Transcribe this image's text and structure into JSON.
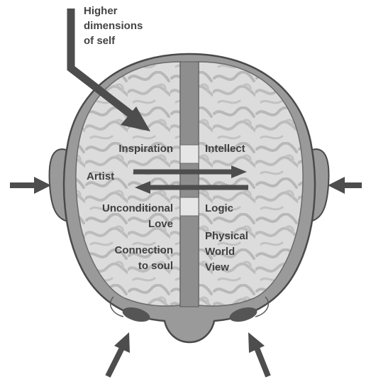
{
  "header_label": {
    "line1": "Higher",
    "line2": "dimensions",
    "line3": "of self"
  },
  "left_hemisphere": {
    "inspiration": "Inspiration",
    "artist": "Artist",
    "unconditional_line1": "Unconditional",
    "unconditional_line2": "Love",
    "connection_line1": "Connection",
    "connection_line2": "to soul"
  },
  "right_hemisphere": {
    "intellect": "Intellect",
    "logic": "Logic",
    "physical_line1": "Physical",
    "physical_line2": "World",
    "physical_line3": "View"
  },
  "colors": {
    "head_fill": "#9a9a9a",
    "head_stroke": "#4a4a4a",
    "brain_fill": "#dcdcdc",
    "brain_pattern": "#b5b5b5",
    "arrow": "#4d4d4d",
    "text": "#3f3f3f"
  }
}
